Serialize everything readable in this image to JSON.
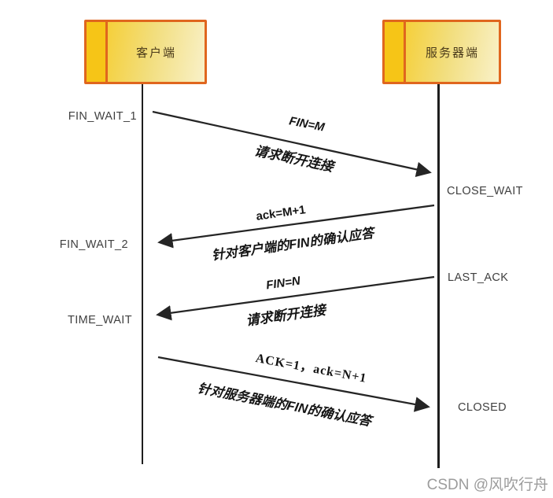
{
  "diagram_type": "tcp-four-way-handshake-sequence",
  "actors": {
    "client": "客户端",
    "server": "服务器端"
  },
  "states": {
    "client": [
      "FIN_WAIT_1",
      "FIN_WAIT_2",
      "TIME_WAIT"
    ],
    "server": [
      "CLOSE_WAIT",
      "LAST_ACK",
      "CLOSED"
    ]
  },
  "messages": [
    {
      "label": "FIN=M",
      "description": "请求断开连接",
      "from": "client",
      "to": "server"
    },
    {
      "label": "ack=M+1",
      "description": "针对客户端的FIN的确认应答",
      "from": "server",
      "to": "client"
    },
    {
      "label": "FIN=N",
      "description": "请求断开连接",
      "from": "server",
      "to": "client"
    },
    {
      "label": "ACK=1，ack=N+1",
      "description": "针对服务器端的FIN的确认应答",
      "from": "client",
      "to": "server"
    }
  ],
  "watermark": {
    "text": "CSDN @风吹行舟"
  },
  "colors": {
    "box_border": "#E0661E",
    "box_fill_strip": "#F6C517",
    "box_fill_start": "#F7C91C",
    "box_fill_end": "#F9F1C9",
    "line": "#252525",
    "state_text": "#3F3F3F",
    "watermark": "#9C9C9C"
  }
}
